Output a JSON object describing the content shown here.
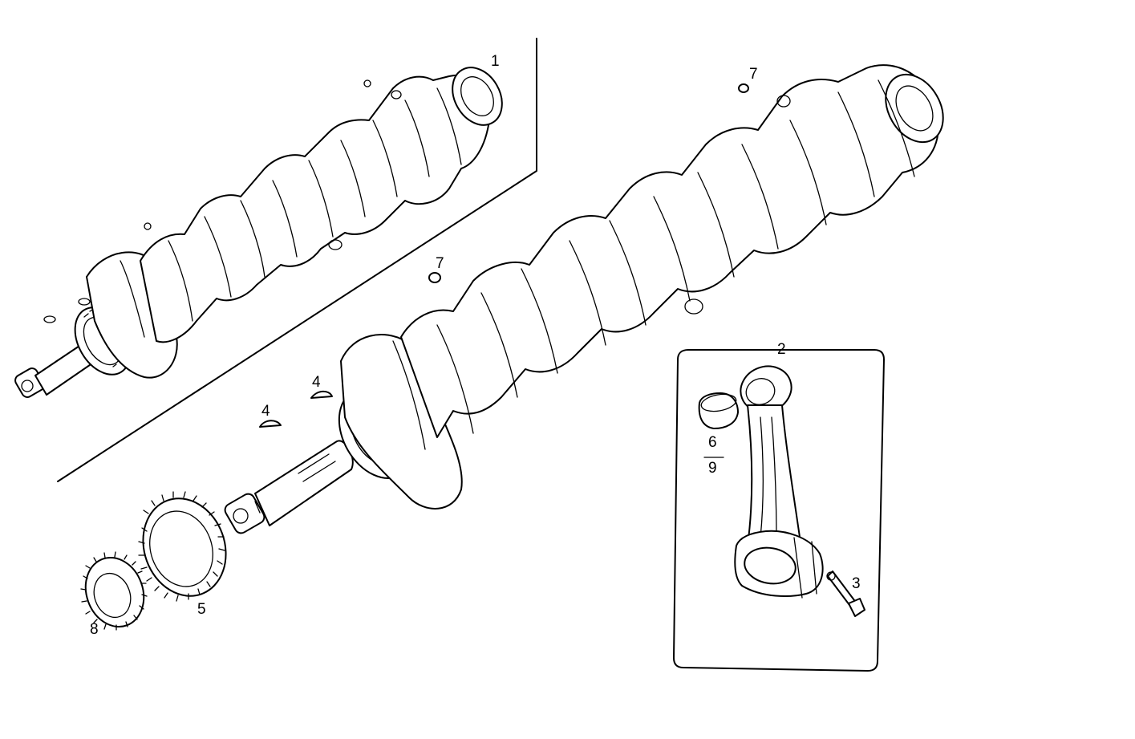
{
  "callouts": {
    "c1": "1",
    "c2": "2",
    "c3": "3",
    "c4a": "4",
    "c4b": "4",
    "c5": "5",
    "c6": "6",
    "c7a": "7",
    "c7b": "7",
    "c8": "8",
    "c9": "9"
  }
}
